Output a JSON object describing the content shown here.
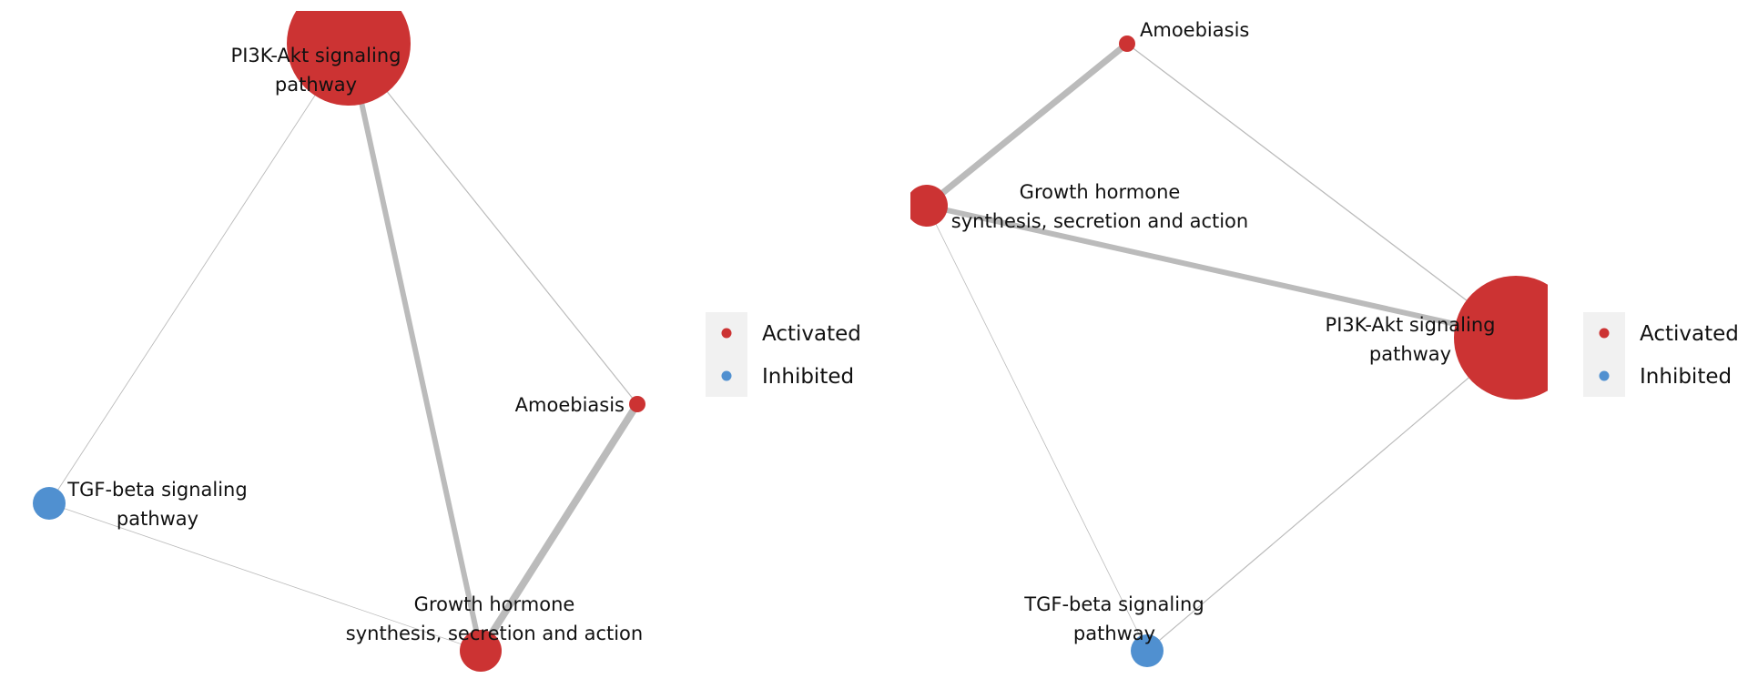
{
  "colors": {
    "activated": "#cc3333",
    "inhibited": "#5090d0",
    "edge": "#bbbbbb",
    "legend_bg": "#f1f1f1"
  },
  "legend": {
    "items": [
      {
        "label": "Activated",
        "color_key": "activated"
      },
      {
        "label": "Inhibited",
        "color_key": "inhibited"
      }
    ]
  },
  "networks": [
    {
      "id": "left",
      "nodes": [
        {
          "id": "pi3k",
          "label_lines": [
            "PI3K-Akt signaling",
            "pathway"
          ],
          "status": "Activated"
        },
        {
          "id": "amoeb",
          "label_lines": [
            "Amoebiasis"
          ],
          "status": "Activated"
        },
        {
          "id": "tgf",
          "label_lines": [
            "TGF-beta signaling",
            "pathway"
          ],
          "status": "Inhibited"
        },
        {
          "id": "gh",
          "label_lines": [
            "Growth hormone",
            "synthesis, secretion and action"
          ],
          "status": "Activated"
        }
      ]
    },
    {
      "id": "right",
      "nodes": [
        {
          "id": "amoeb",
          "label_lines": [
            "Amoebiasis"
          ],
          "status": "Activated"
        },
        {
          "id": "gh",
          "label_lines": [
            "Growth hormone",
            "synthesis, secretion and action"
          ],
          "status": "Activated"
        },
        {
          "id": "pi3k",
          "label_lines": [
            "PI3K-Akt signaling",
            "pathway"
          ],
          "status": "Activated"
        },
        {
          "id": "tgf",
          "label_lines": [
            "TGF-beta signaling",
            "pathway"
          ],
          "status": "Inhibited"
        }
      ]
    }
  ]
}
